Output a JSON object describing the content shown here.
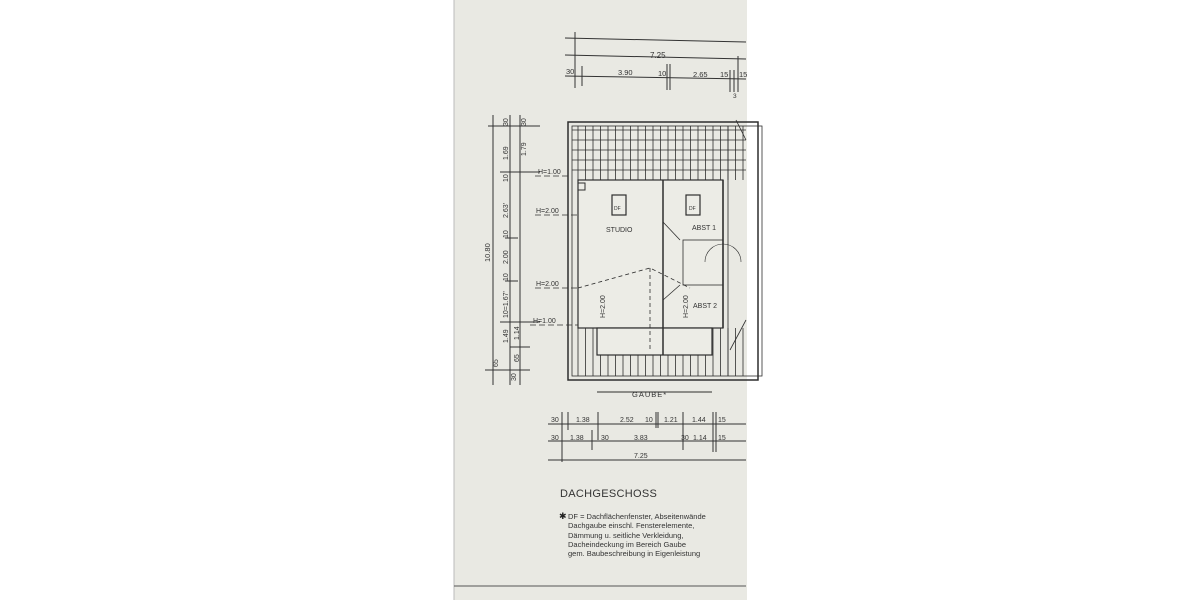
{
  "plan": {
    "title": "DACHGESCHOSS",
    "rooms": [
      "STUDIO",
      "ABST 1",
      "ABST 2"
    ],
    "roof_window_label": "DF",
    "dormer_label": "GAUBE*",
    "heights": [
      "H=1.00",
      "H=2.00",
      "H=2.00",
      "H=1.00",
      "H=2.00",
      "H=2.00"
    ],
    "top_dims": {
      "overall": "7.25",
      "parts": [
        "30",
        "3.90",
        "10",
        "2.65",
        "15",
        "15",
        "3"
      ]
    },
    "left_dims": {
      "overall": "10.80",
      "outer": [
        "30",
        "1.69",
        "10",
        "2.63'",
        "10",
        "2.00",
        "10",
        "10=1.67'",
        "1.49",
        "65"
      ],
      "inner": [
        "30",
        "1.79",
        "1.14",
        "65",
        "30"
      ]
    },
    "bottom_dims": {
      "row1": [
        "30",
        "1.38",
        "2.52",
        "10",
        "1.21",
        "1.44",
        "15"
      ],
      "row2": [
        "30",
        "1.38",
        "30",
        "3.83",
        "30",
        "1.14",
        "15"
      ],
      "overall": "7.25"
    },
    "legend_star": "✱",
    "legend_lines": [
      "DF = Dachflächenfenster, Abseitenwände",
      "Dachgaube einschl. Fensterelemente,",
      "Dämmung u. seitliche Verkleidung,",
      "Dacheindeckung im Bereich Gaube",
      "gem. Baubeschreibung in Eigenleistung"
    ]
  },
  "colors": {
    "paper": "#e9e9e3",
    "ink": "#2e2e2e"
  }
}
